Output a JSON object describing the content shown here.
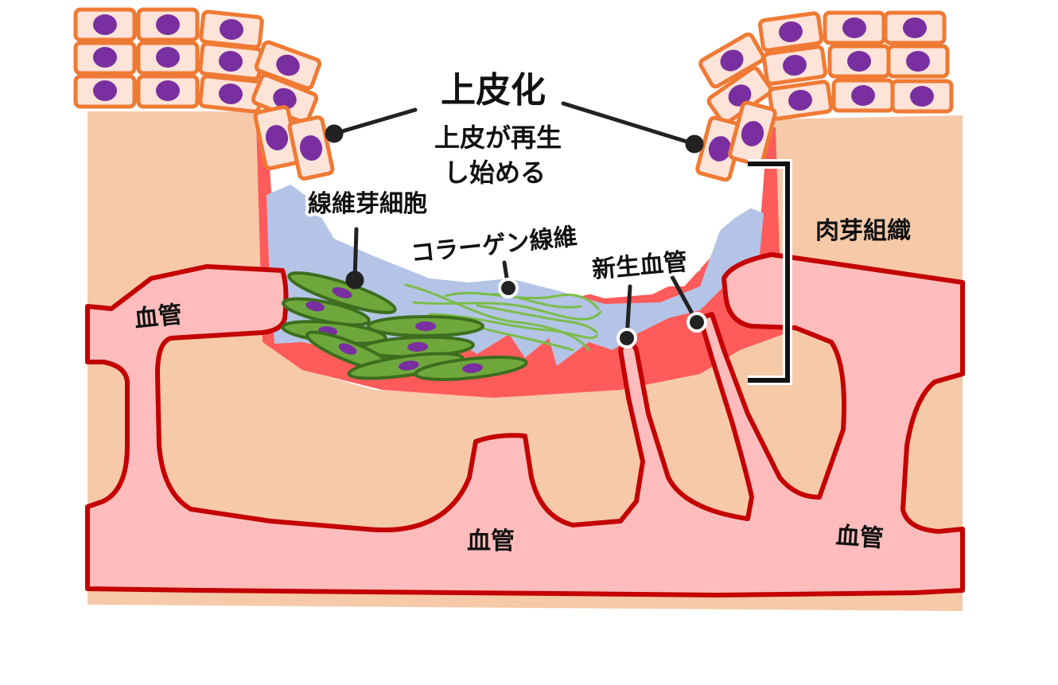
{
  "labels": {
    "epithelialization_title": "上皮化",
    "epithelialization_desc_1": "上皮が再生",
    "epithelialization_desc_2": "し始める",
    "fibroblast": "線維芽細胞",
    "collagen": "コラーゲン線維",
    "new_vessel": "新生血管",
    "granulation": "肉芽組織",
    "vessel_left": "血管",
    "vessel_bottom": "血管",
    "vessel_right": "血管"
  },
  "colors": {
    "skin": "#f6c9a9",
    "vessel_fill": "#ffbcbc",
    "vessel_stroke": "#c40000",
    "granulation_red": "#ff5b5b",
    "exudate_blue": "#b4c4e6",
    "cell_fill": "#fde3d8",
    "cell_border": "#ef7a34",
    "nucleus": "#7a2fa0",
    "fibroblast_fill": "#6ea83c",
    "fibroblast_border": "#3c6e1e",
    "collagen": "#7bbd4a",
    "ink": "#111111"
  }
}
